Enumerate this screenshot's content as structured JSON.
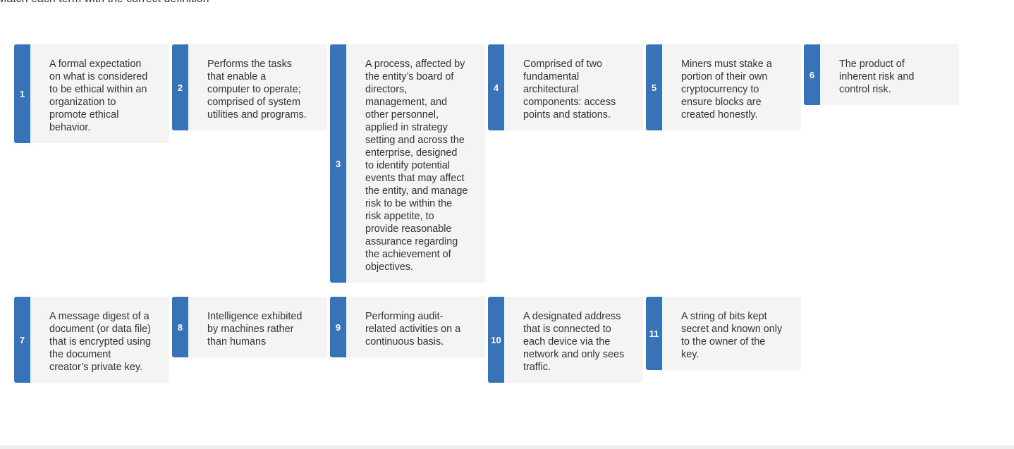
{
  "instructions": "Match each term with the correct definition",
  "colors": {
    "accent": "#3873b8",
    "card_bg": "#f4f4f4"
  },
  "definitions": [
    {
      "number": "1",
      "text": "A formal expectation on what is considered to be ethical within an organization to promote ethical behavior."
    },
    {
      "number": "2",
      "text": "Performs the tasks that enable a computer to operate; comprised of system utilities and programs."
    },
    {
      "number": "3",
      "text": "A process, affected by the entity’s board of directors, management, and other personnel, applied in strategy setting and across the enterprise, designed to identify potential events that may affect the entity, and manage risk to be within the risk appetite, to provide reasonable assurance regarding the achievement of objectives."
    },
    {
      "number": "4",
      "text": "Comprised of two fundamental architectural components: access points and stations."
    },
    {
      "number": "5",
      "text": "Miners must stake a portion of their own cryptocurrency to ensure blocks are created honestly."
    },
    {
      "number": "6",
      "text": "The product of inherent risk and control risk."
    },
    {
      "number": "7",
      "text": "A message digest of a document (or data file) that is encrypted using the document creator’s private key."
    },
    {
      "number": "8",
      "text": "Intelligence exhibited by machines rather than humans"
    },
    {
      "number": "9",
      "text": "Performing audit-related activities on a continuous basis."
    },
    {
      "number": "10",
      "text": "A designated address that is connected to each device via the network and only sees traffic."
    },
    {
      "number": "11",
      "text": "A string of bits kept secret and known only to the owner of the key."
    }
  ]
}
